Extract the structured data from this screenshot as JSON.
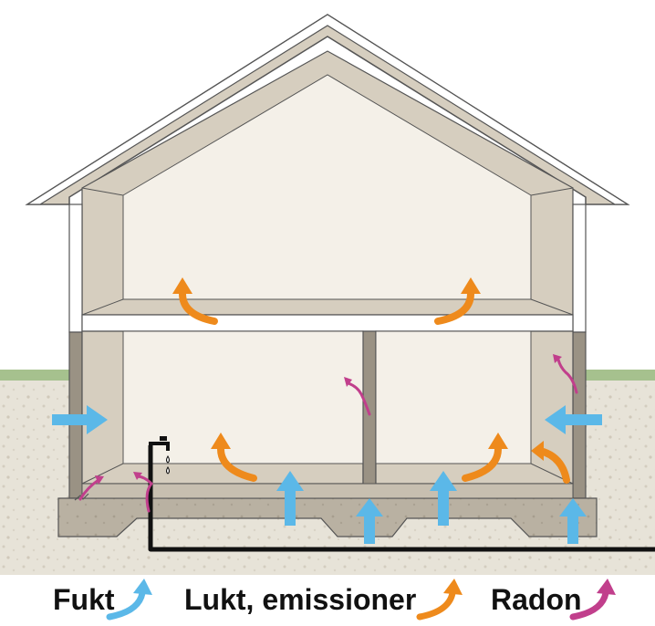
{
  "legend": {
    "items": [
      {
        "label": "Fukt",
        "color": "#5bb8e8",
        "icon": "curved-arrow-icon"
      },
      {
        "label": "Lukt, emissioner",
        "color": "#ee8a1c",
        "icon": "curved-arrow-icon"
      },
      {
        "label": "Radon",
        "color": "#c13f8c",
        "icon": "curved-arrow-icon"
      }
    ]
  },
  "colors": {
    "wall": "#d6cebf",
    "interior": "#f4f0e8",
    "ground": "#e7e3d8",
    "grass": "#a6c18e",
    "foundation": "#b6ab9a",
    "moisture": "#5bb8e8",
    "odor": "#ee8a1c",
    "radon": "#c13f8c",
    "pipe": "#111111"
  },
  "icons": [
    "house-cross-section",
    "water-tap-icon",
    "water-drop-icon",
    "pipe-line",
    "crack-icon"
  ]
}
